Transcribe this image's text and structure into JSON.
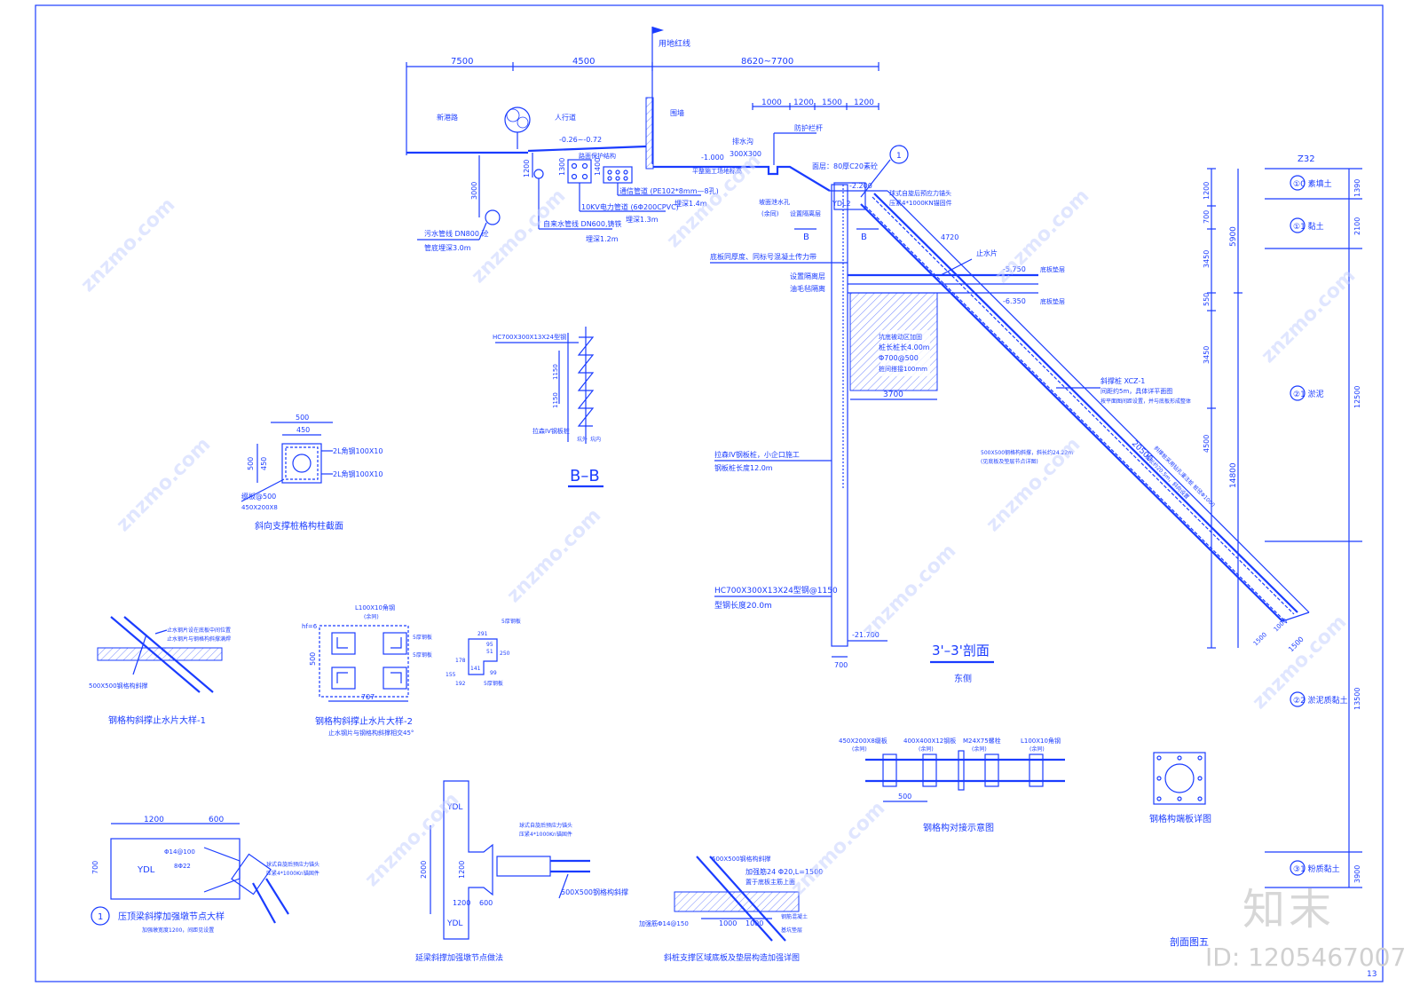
{
  "top_section": {
    "dims": [
      "7500",
      "4500",
      "8620~7700"
    ],
    "road_red_line": "用地红线",
    "new_road": "新港路",
    "sidewalk": "人行道",
    "wall": "围墙",
    "level_a": "-0.26~-0.72",
    "dim_1200": "1200",
    "dim_3000": "3000",
    "dim_1300": "1300",
    "dim_1400": "1400",
    "sewer": "污水管线 DN800,砼",
    "sewer_depth": "管底埋深3.0m",
    "water": "自来水管线 DN600,铸铁",
    "water_depth": "埋深1.2m",
    "power": "10KV电力管道 (6Φ200CPVC)",
    "power_depth": "埋深1.3m",
    "comm": "通信管道 (PE102*8mm—8孔)",
    "comm_depth": "埋深1.4m",
    "box_label": "路面保护结构",
    "dims_right": [
      "1000",
      "1200",
      "1500",
      "1200"
    ],
    "guardrail": "防护栏杆",
    "drain": "排水沟",
    "drain_size": "300X300",
    "level_m1000": "-1.000",
    "ground_note": "平整施工场地标高",
    "surface": "面层：80厚C20素砼",
    "slope_protect": "坡面泄水孔",
    "slope_protect2": "(余同)",
    "seal": "设置隔离层",
    "level_2200": "-2.200",
    "circle_1": "1",
    "anchor_top": "球式自旋后预应力锚头",
    "anchor_top2": "压紧4*1000KN锚固件"
  },
  "main_section": {
    "ydl": "YDL2",
    "b_left": "B",
    "b_right": "B",
    "dim_4720": "4720",
    "water_stop": "止水片",
    "level_5750": "-5.750",
    "bottom_slab": "底板垫层",
    "level_6350": "-6.350",
    "cushion": "底板垫层",
    "base_note": "底板同厚度、同标号混凝土传力带",
    "sep_layer": "设置隔离层",
    "felt": "油毛毡隔离",
    "soil_pile1": "坑底被动区加固",
    "soil_pile2": "桩长桩长4.00m",
    "soil_pile3": "Φ700@500",
    "soil_pile4": "桩间搭接100mm",
    "dim_3700": "3700",
    "lpile": "拉森IV钢板桩，小企口施工",
    "lpile_len": "钢板桩长度12.0m",
    "hc_label": "HC700X300X13X24型钢@1150",
    "hc_len": "型钢长度20.0m",
    "level_21700": "-21.700",
    "dim_700": "700",
    "diag_name": "斜撑桩 XCZ-1",
    "diag_note1": "间距约5m，具体详平面图",
    "diag_note2": "按平面图间距设置，并与底板形成整体",
    "lattice_note": "500X500钢格构斜撑，斜长约24.22m",
    "lattice_note2": "(见底板及垫层节点详图)",
    "dim_20500": "20500",
    "pile_note": "斜撑桩采用钻孔灌注桩 桩径Φ1000",
    "pile_note2": "桩长约20.5m，斜向设置",
    "dim_1000": "1000",
    "dim_1500a": "1500",
    "dim_1500b": "1500",
    "title": "3'–3'剖面",
    "subtitle": "东侧"
  },
  "left_dims": {
    "left_col": [
      "1200",
      "700",
      "3450",
      "550",
      "3450",
      "4500"
    ],
    "right_col": [
      "5900",
      "14800"
    ]
  },
  "soil_column": {
    "header": "Z32",
    "layers": [
      {
        "name": "①0 素填土",
        "thick": "1390"
      },
      {
        "name": "①1 黏土",
        "thick": "2100"
      },
      {
        "name": "②1 淤泥",
        "thick": "12500"
      },
      {
        "name": "②2 淤泥质黏土",
        "thick": "13500"
      },
      {
        "name": "③1 粉质黏土",
        "thick": "3900"
      }
    ]
  },
  "bb_detail": {
    "hc": "HC700X300X13X24型钢",
    "d1": "1150",
    "d2": "1150",
    "pile": "拉森IV钢板桩",
    "side": "坑外",
    "side2": "坑内",
    "title": "B–B"
  },
  "col_section": {
    "dim_top": "500",
    "dim_450": "450",
    "dim_left": "500",
    "dim_left2": "450",
    "angle1": "2L角钢100X10",
    "angle2": "2L角钢100X10",
    "plate": "缀板@500",
    "plate2": "450X200X8",
    "title": "斜向支撑桩格构柱截面"
  },
  "ws1": {
    "note1": "止水钢片设在底板中间位置",
    "note2": "止水钢片与钢格构斜撑满焊",
    "note3": "500X500钢格构斜撑",
    "title": "钢格构斜撑止水片大样-1"
  },
  "ws2": {
    "angle": "L100X10角钢",
    "angle2": "(余同)",
    "hf": "hf=6",
    "weld": "5厚钢板",
    "weld2": "5厚钢板",
    "dim_500": "500",
    "dim_707": "707",
    "title": "钢格构斜撑止水片大样-2",
    "note": "止水钢片与钢格构斜撑相交45°"
  },
  "ws3": {
    "d291": "291",
    "d95": "95",
    "d51": "51",
    "d250": "250",
    "d178": "178",
    "d141": "141",
    "d99": "99",
    "d155": "155",
    "d192": "192",
    "plate": "5厚钢板",
    "plate2": "5厚钢板"
  },
  "node1": {
    "d1200": "1200",
    "d600": "600",
    "d700": "700",
    "ydl": "YDL",
    "rebar1": "Φ14@100",
    "rebar2": "8Φ22",
    "anchor": "球式自旋后预应力锚头",
    "anchor2": "压紧4*1000Kn锚固件",
    "circle": "1",
    "title": "压顶梁斜撑加强墩节点大样",
    "note": "加强墩宽度1200，间距见设置"
  },
  "node2": {
    "ydl_top": "YDL",
    "ydl_bot": "YDL",
    "d2000": "2000",
    "d1200": "1200",
    "d1200b": "1200",
    "d600": "600",
    "anchor": "球式自旋后预应力锚头",
    "anchor2": "压紧4*1000Kn锚固件",
    "lattice": "500X500钢格构斜撑",
    "title": "延梁斜撑加强墩节点做法"
  },
  "node3": {
    "lattice": "500X500钢格构斜撑",
    "rebar": "加强筋24 Φ20,L=1500",
    "rebar_note": "置于底板主筋上面",
    "rebar2": "加强筋Φ14@150",
    "d1000": "1000",
    "d1000b": "1000",
    "base": "钢筋混凝土",
    "base2": "基坑垫层",
    "title": "斜桩支撑区域底板及垫层构造加强详图"
  },
  "joint": {
    "p1": "450X200X8缀板",
    "p1b": "(余同)",
    "p2": "400X400X12钢板",
    "p2b": "(余同)",
    "p3": "M24X75螺栓",
    "p3b": "(余同)",
    "p4": "L100X10角钢",
    "p4b": "(余同)",
    "d500": "500",
    "title": "钢格构对接示意图"
  },
  "endplate": {
    "title": "钢格构端板详图"
  },
  "sheet": {
    "title": "剖面图五",
    "page": "13",
    "brand": "知末",
    "id": "ID: 1205467007",
    "watermark": "znzmo.com"
  },
  "colors": {
    "ink": "#1a3cff",
    "frame": "#1a3cff",
    "watermark": "#c8d2ff"
  }
}
